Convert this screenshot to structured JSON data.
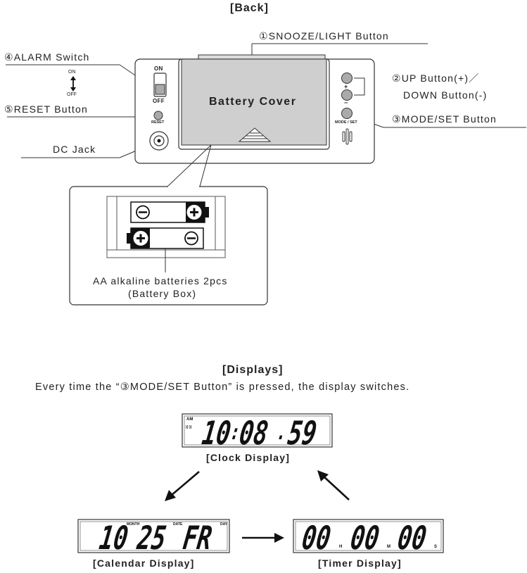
{
  "back": {
    "title": "[Back]",
    "snooze_label": "①SNOOZE/LIGHT Button",
    "up_down_label_1": "②UP Button(+)／",
    "up_down_label_2": "DOWN Button(-)",
    "mode_set_label": "③MODE/SET Button",
    "alarm_label": "④ALARM Switch",
    "reset_label": "⑤RESET Button",
    "dc_jack_label": "DC Jack",
    "switch_on": "ON",
    "switch_off": "OFF",
    "legend_on": "ON",
    "legend_off": "OFF",
    "reset_small": "RESET",
    "plus_sign": "+",
    "minus_sign": "−",
    "mode_set_small": "MODE / SET",
    "battery_cover": "Battery Cover",
    "battery_caption_1": "AA alkaline batteries 2pcs",
    "battery_caption_2": "(Battery Box)"
  },
  "displays": {
    "title": "[Displays]",
    "subtitle": "Every time the “③MODE/SET Button” is pressed, the display switches.",
    "clock": {
      "caption": "[Clock Display]",
      "am": "AM",
      "alarm_icon": "((·))",
      "hours": "10",
      "colon": ":",
      "minutes": "08",
      "dot": ".",
      "seconds": "59"
    },
    "calendar": {
      "caption": "[Calendar Display]",
      "month": "10",
      "month_tag": "MONTH",
      "date": "25",
      "date_tag": "DATE",
      "day": "FR",
      "day_tag": "DAY"
    },
    "timer": {
      "caption": "[Timer Display]",
      "hours": "00",
      "h_tag": "H",
      "minutes": "00",
      "m_tag": "M",
      "seconds": "00",
      "s_tag": "S"
    }
  }
}
